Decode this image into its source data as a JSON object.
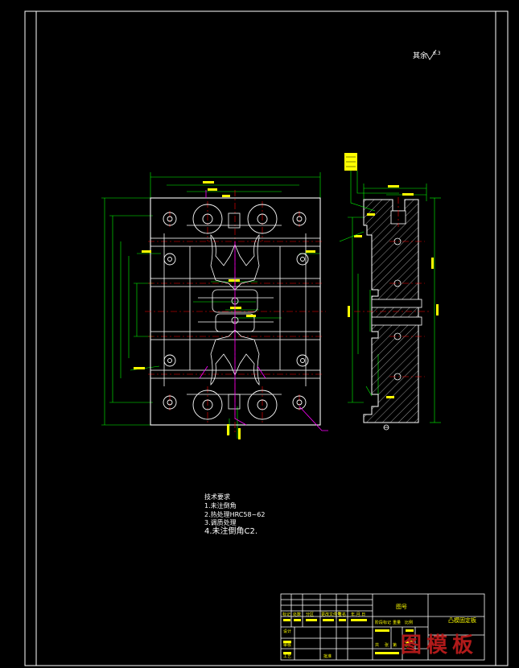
{
  "notes": {
    "title": "技术要求",
    "items": [
      "1.未注倒角",
      "2.热处理HRC58~62",
      "3.调质处理",
      "4.未注倒角C2."
    ]
  },
  "surface_roughness": {
    "label": "其余",
    "value": "6.3"
  },
  "title_block": {
    "title": "图号",
    "part_name": "凸模固定板",
    "row_labels": [
      "标记",
      "处数",
      "分区",
      "更改文件号",
      "签名",
      "年.月.日"
    ],
    "role_labels": [
      "设计",
      "审核",
      "工艺",
      "批准"
    ],
    "stage_label": "阶段标记",
    "weight_label": "重量",
    "scale_label": "比例",
    "sheet_labels": [
      "共",
      "张",
      "第",
      "张"
    ]
  },
  "watermark": "图模板",
  "colors": {
    "background": "#000000",
    "outline": "#ffffff",
    "dimension": "#00ff00",
    "centerline": "#ff0000",
    "leader": "#ff00ff",
    "text_yellow": "#ffff00",
    "hatch": "#ffffff",
    "watermark": "#b01a1a"
  }
}
